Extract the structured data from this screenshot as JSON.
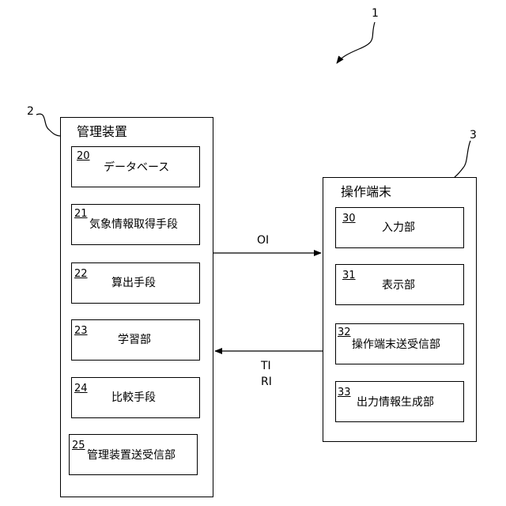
{
  "system": {
    "ref": "1"
  },
  "management": {
    "ref": "2",
    "title": "管理装置",
    "blocks": [
      {
        "num": "20",
        "label": "データベース"
      },
      {
        "num": "21",
        "label": "気象情報取得手段"
      },
      {
        "num": "22",
        "label": "算出手段"
      },
      {
        "num": "23",
        "label": "学習部"
      },
      {
        "num": "24",
        "label": "比較手段"
      },
      {
        "num": "25",
        "label": "管理装置送受信部"
      }
    ]
  },
  "terminal": {
    "ref": "3",
    "title": "操作端末",
    "blocks": [
      {
        "num": "30",
        "label": "入力部"
      },
      {
        "num": "31",
        "label": "表示部"
      },
      {
        "num": "32",
        "label": "操作端末送受信部"
      },
      {
        "num": "33",
        "label": "出力情報生成部"
      }
    ]
  },
  "arrows": {
    "to_terminal": "OI",
    "to_management_1": "TI",
    "to_management_2": "RI"
  }
}
